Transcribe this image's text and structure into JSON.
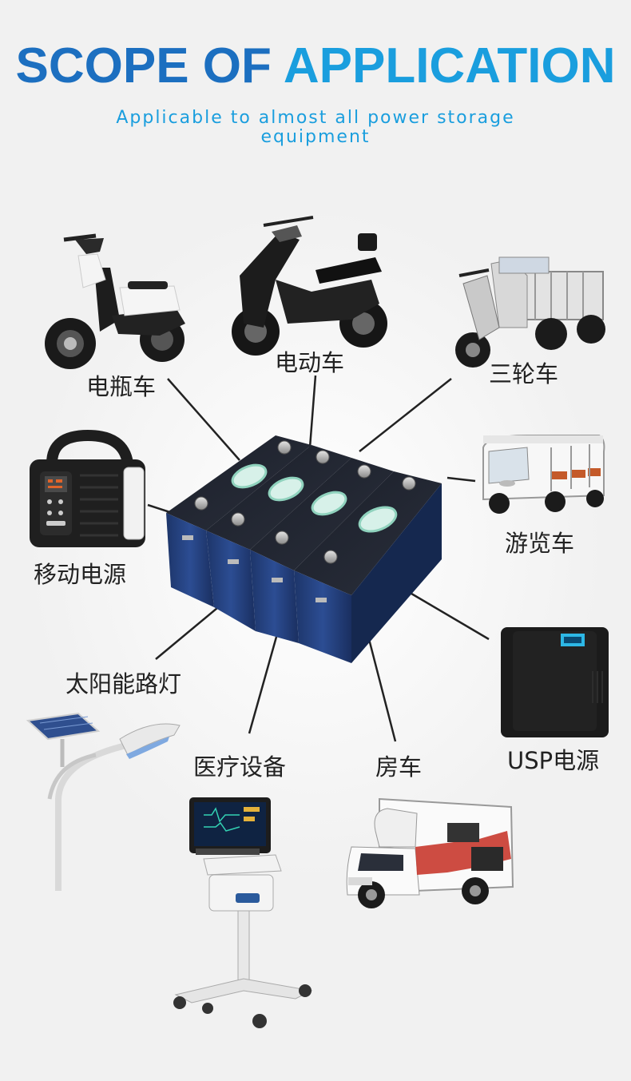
{
  "header": {
    "title_part1": "SCOPE OF",
    "title_part2": "APPLICATION",
    "subtitle_line1": "Applicable to almost all power storage",
    "subtitle_line2": "equipment"
  },
  "labels": {
    "electric_scooter": "电瓶车",
    "electric_motorcycle": "电动车",
    "tricycle": "三轮车",
    "power_station": "移动电源",
    "sightseeing_car": "游览车",
    "solar_street_light": "太阳能路灯",
    "ups": "USP电源",
    "medical_equipment": "医疗设备",
    "rv": "房车"
  },
  "colors": {
    "title_dark_blue": "#1c6fc0",
    "title_light_blue": "#1a9ede",
    "battery_blue": "#243f80",
    "background": "#f1f1f1"
  },
  "icons": {
    "scooter": "electric-scooter-icon",
    "motorcycle": "electric-motorcycle-icon",
    "tricycle": "cargo-tricycle-icon",
    "power_station": "portable-power-station-icon",
    "sightseeing_car": "sightseeing-car-icon",
    "battery": "lifepo4-battery-cells-icon",
    "street_light": "solar-street-light-icon",
    "ups": "ups-power-supply-icon",
    "medical": "medical-monitor-cart-icon",
    "rv": "motorhome-rv-icon"
  }
}
